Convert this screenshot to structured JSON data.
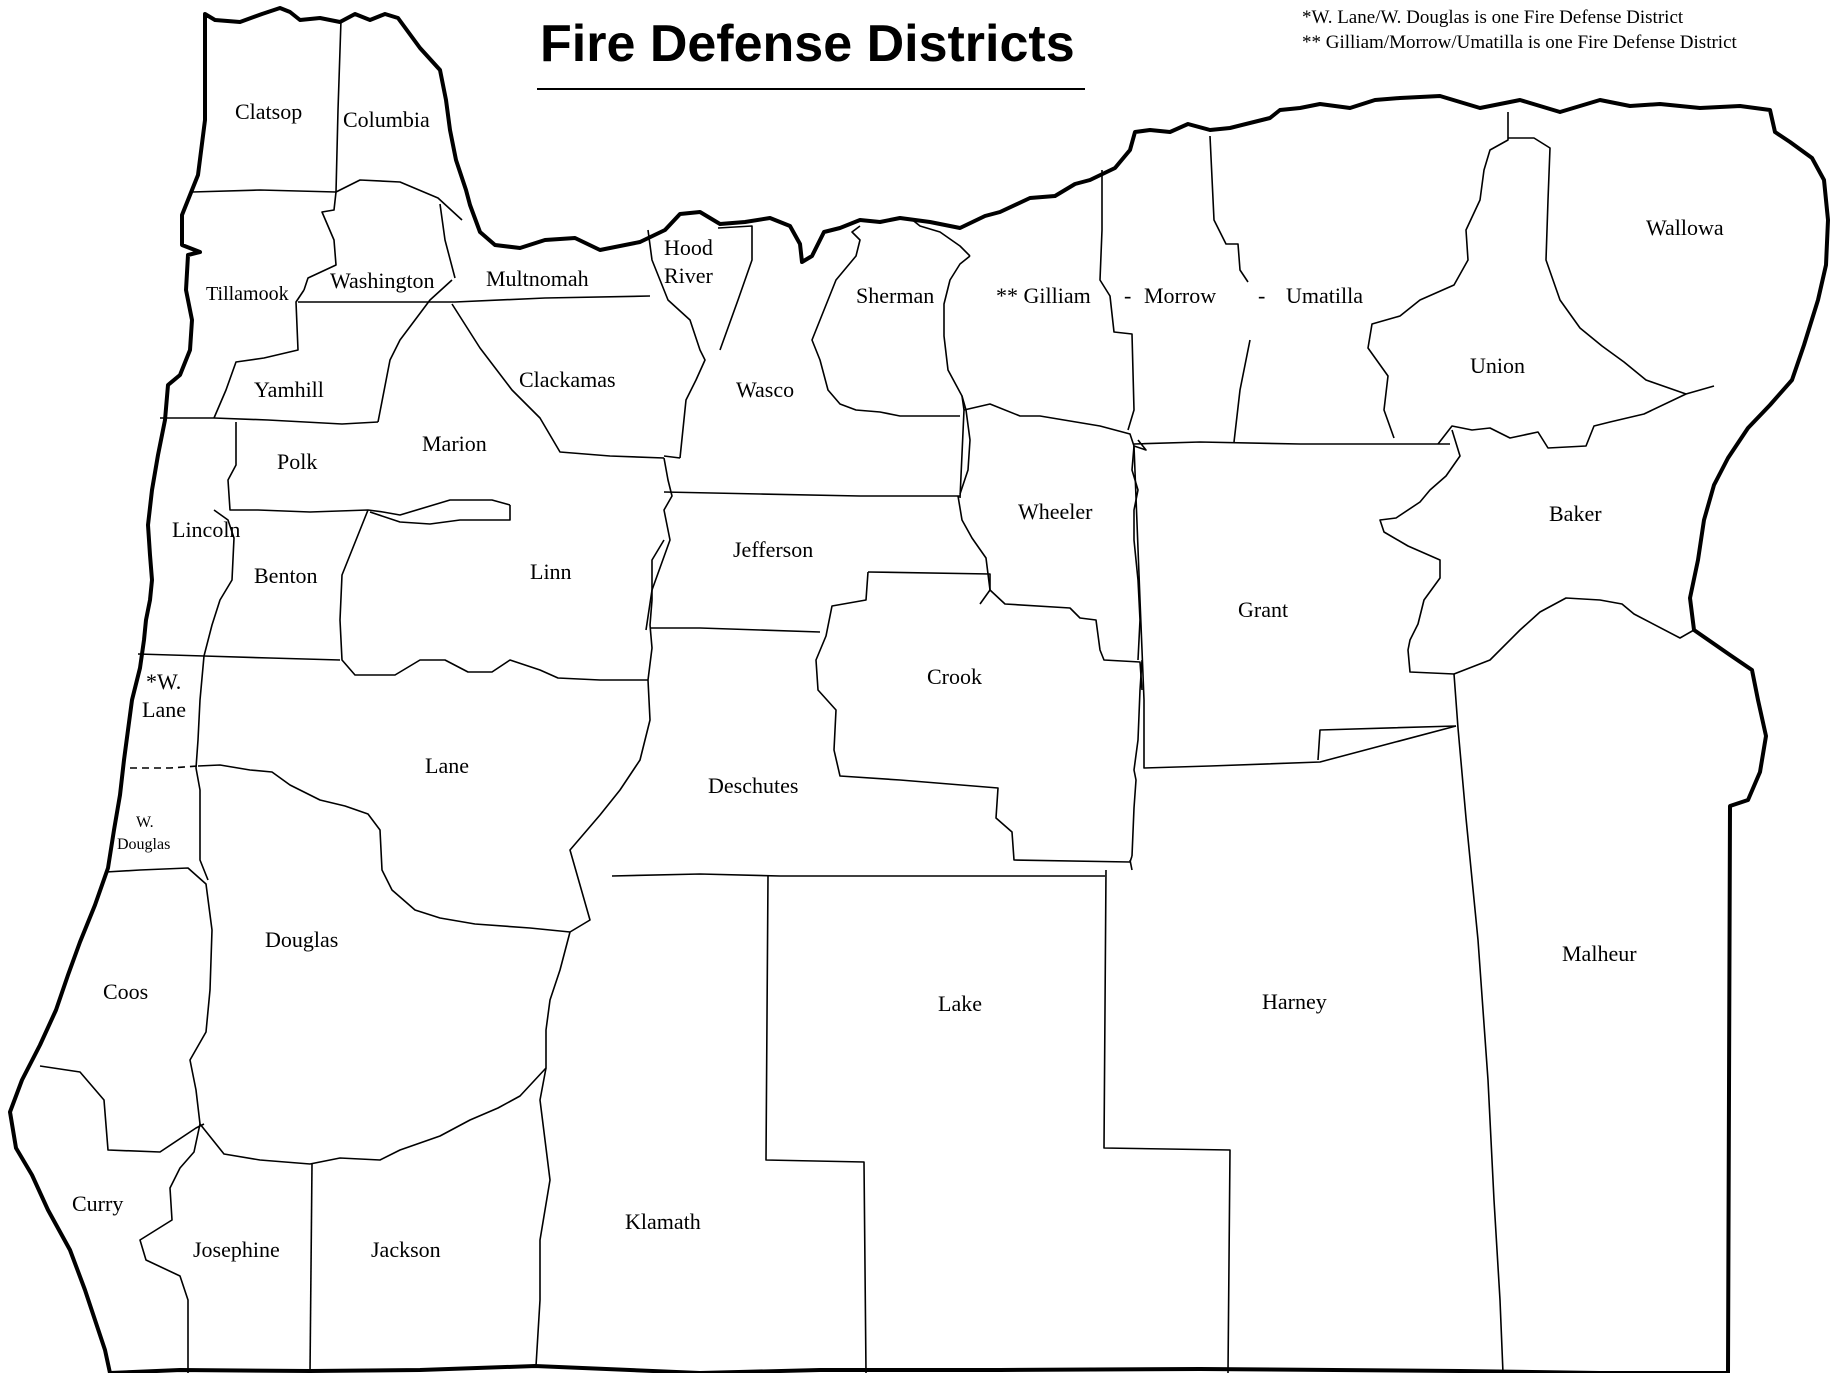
{
  "map": {
    "title": "Fire Defense Districts",
    "notes": [
      "*W. Lane/W. Douglas is one Fire Defense District",
      "** Gilliam/Morrow/Umatilla is one Fire Defense District"
    ],
    "labels": {
      "clatsop": "Clatsop",
      "columbia": "Columbia",
      "tillamook": "Tillamook",
      "washington": "Washington",
      "multnomah": "Multnomah",
      "hood_river_1": "Hood",
      "hood_river_2": "River",
      "sherman": "Sherman",
      "gilliam": "** Gilliam",
      "dash_1": "-",
      "morrow": "Morrow",
      "dash_2": "-",
      "umatilla": "Umatilla",
      "wallowa": "Wallowa",
      "yamhill": "Yamhill",
      "clackamas": "Clackamas",
      "wasco": "Wasco",
      "union": "Union",
      "polk": "Polk",
      "marion": "Marion",
      "lincoln": "Lincoln",
      "wheeler": "Wheeler",
      "baker": "Baker",
      "jefferson": "Jefferson",
      "benton": "Benton",
      "linn": "Linn",
      "grant": "Grant",
      "crook": "Crook",
      "w_lane_1": "*W.",
      "w_lane_2": "Lane",
      "lane": "Lane",
      "deschutes": "Deschutes",
      "w_douglas_1": "W.",
      "w_douglas_2": "Douglas",
      "douglas": "Douglas",
      "malheur": "Malheur",
      "coos": "Coos",
      "lake": "Lake",
      "harney": "Harney",
      "klamath": "Klamath",
      "curry": "Curry",
      "josephine": "Josephine",
      "jackson": "Jackson"
    }
  }
}
